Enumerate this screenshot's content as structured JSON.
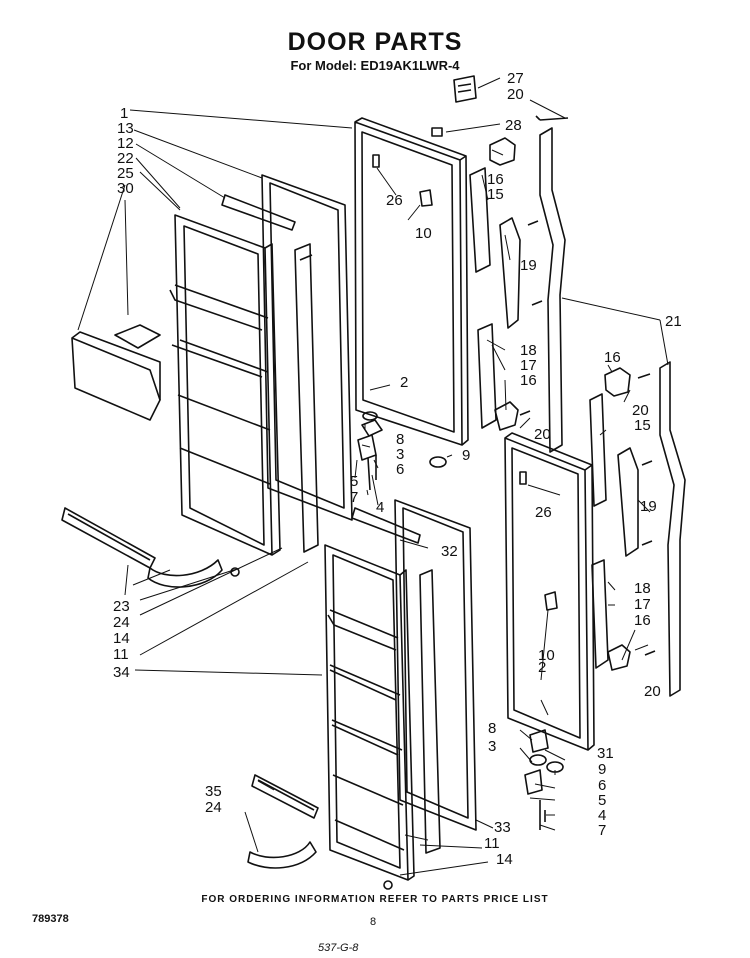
{
  "title": "DOOR PARTS",
  "model_prefix": "For Model:",
  "model": "ED19AK1LWR-4",
  "footer": "FOR ORDERING INFORMATION REFER TO PARTS PRICE LIST",
  "doc_number": "789378",
  "page_number": "8",
  "handwritten_code": "537-G-8",
  "callouts": [
    "1",
    "13",
    "12",
    "22",
    "25",
    "30",
    "23",
    "24",
    "14",
    "11",
    "34",
    "35",
    "24",
    "27",
    "20",
    "28",
    "16",
    "15",
    "26",
    "10",
    "19",
    "21",
    "18",
    "17",
    "16",
    "2",
    "8",
    "3",
    "6",
    "5",
    "7",
    "4",
    "9",
    "20",
    "16",
    "20",
    "15",
    "26",
    "19",
    "32",
    "18",
    "17",
    "16",
    "10",
    "2",
    "20",
    "8",
    "3",
    "31",
    "9",
    "6",
    "5",
    "4",
    "7",
    "33",
    "11",
    "14"
  ]
}
